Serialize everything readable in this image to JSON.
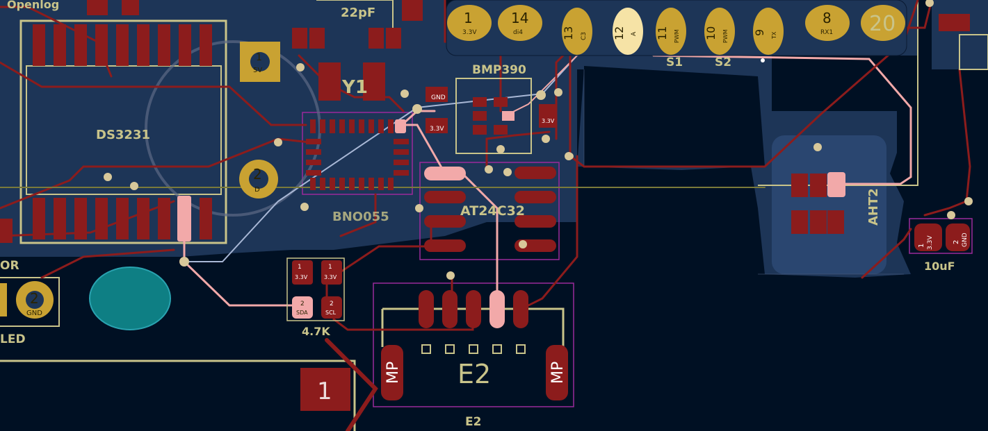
{
  "colors": {
    "background": "#001023",
    "copper_zone": "#1d3557",
    "copper_zone_light": "#2a4670",
    "pad": "#8c1c1c",
    "pad_selected": "#f2a9a9",
    "trace": "#8c1c1c",
    "trace_selected": "#f2a9a9",
    "trace_blue": "#a9b8d6",
    "silkscreen": "#c9c48a",
    "courtyard": "#9b2a9b",
    "header_pad": "#c9a232",
    "via": "#d8c89a",
    "mounting_hole": "#0e7f84"
  },
  "components": {
    "openlog": "Openlog",
    "ds3231": "DS3231",
    "cap_22pf": "22pF",
    "crystal": "Y1",
    "bmp390": "BMP390",
    "bno055": "BNO055",
    "eeprom": "AT24C32",
    "aht": "AHT2",
    "cap_10uf": "10uF",
    "connector_e2": "E2",
    "connector_e2_caption": "E2",
    "connector_mp_left": "MP",
    "connector_mp_right": "MP",
    "pullup": "4.7K",
    "led_label": "LED",
    "or_label": "OR",
    "s1": "S1",
    "s2": "S2"
  },
  "pads": {
    "p5v_num": "1",
    "p5v_net": "5V",
    "p2_num": "2",
    "p2_net": "D",
    "led_pad_num": "2",
    "led_pad_net": "GND",
    "big_pad_1": "1",
    "gnd": "GND",
    "v33": "3.3V",
    "sda": "SDA",
    "scl": "SCL",
    "res_1": "1",
    "res_2": "2",
    "cap_1": "1",
    "cap_2": "2",
    "cap_nets": "3.3V",
    "cap_nets_gnd": "GND"
  },
  "header": {
    "pins": [
      {
        "num": "1",
        "net": "3.3V"
      },
      {
        "num": "14",
        "net": "di4"
      },
      {
        "num": "13",
        "net": "C3"
      },
      {
        "num": "12",
        "net": "A"
      },
      {
        "num": "11",
        "net": "PWM"
      },
      {
        "num": "10",
        "net": "PWM"
      },
      {
        "num": "9",
        "net": "TX"
      },
      {
        "num": "8",
        "net": "RX1"
      },
      {
        "num": "20",
        "net": ""
      }
    ]
  }
}
